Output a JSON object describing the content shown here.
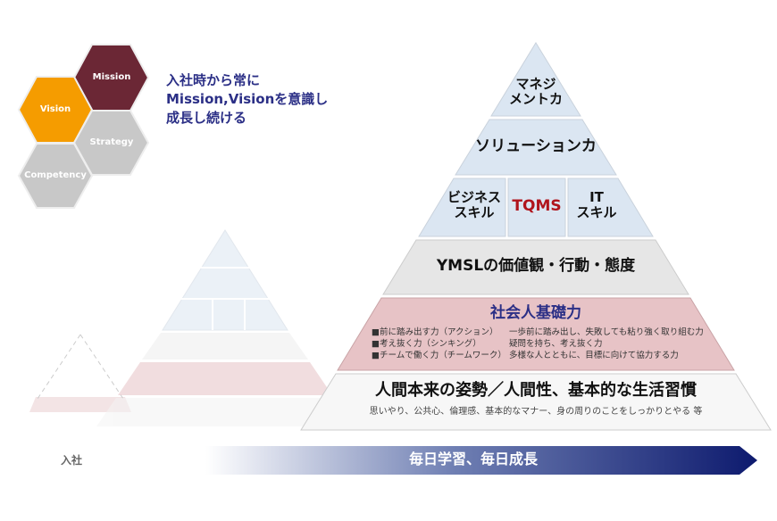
{
  "hexagons": {
    "mission": "Mission",
    "vision": "Vision",
    "strategy": "Strategy",
    "competency": "Competency"
  },
  "tagline": [
    "入社時から常に",
    "Mission,Visionを意識し",
    "成長し続ける"
  ],
  "pyramid": {
    "management": [
      "マネジ",
      "メントカ"
    ],
    "solution": "ソリューションカ",
    "business_skill": [
      "ビジネス",
      "スキル"
    ],
    "tqms": "TQMS",
    "it_skill": [
      "IT",
      "スキル"
    ],
    "ymsl": "YMSLの価値観・行動・態度",
    "social_title": "社会人基礎力",
    "social_items": [
      {
        "name": "■前に踏み出す力（アクション）",
        "desc": "一歩前に踏み出し、失敗しても粘り強く取り組む力"
      },
      {
        "name": "■考え抜く力（シンキング）",
        "desc": "疑問を持ち、考え抜く力"
      },
      {
        "name": "■チームで働く力（チームワーク）",
        "desc": "多様な人とともに、目標に向けて協力する力"
      }
    ],
    "base_title": "人間本来の姿勢／人間性、基本的な生活習慣",
    "base_sub": "思いやり、公共心、倫理感、基本的なマナー、身の周りのことをしっかりとやる 等"
  },
  "timeline": {
    "start": "入社",
    "arrow": "毎日学習、毎日成長"
  },
  "colors": {
    "mission": "#6b2735",
    "vision": "#f59c00",
    "gray_hex": "#c8c8c8",
    "navy": "#0d1a6e",
    "blue_layer": "#dbe6f2",
    "pink_layer": "#e7c3c6",
    "title_blue": "#2b2f86",
    "tqms_red": "#b0141c"
  }
}
